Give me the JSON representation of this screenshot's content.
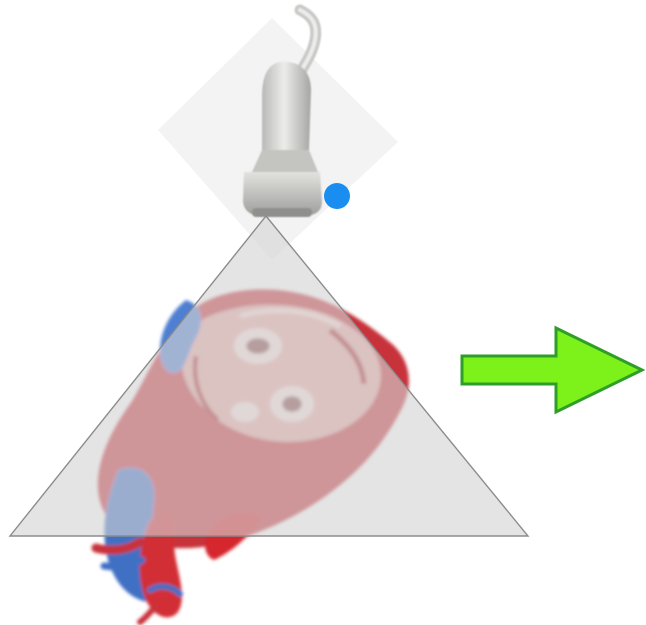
{
  "diagram": {
    "probe_icon": "ultrasound-transducer-icon",
    "organ_icon": "heart-anatomy-illustration",
    "imaging_sector_shape": "triangle",
    "arrow_direction": "right",
    "colors": {
      "background": "#ffffff",
      "probe_body": "#d8d8d6",
      "probe_shadow": "#a9a9a7",
      "probe_backdrop": "#f3f3f3",
      "orientation_marker": "#1a8ef0",
      "sector_fill": "#d3d3d3",
      "sector_stroke": "#8c8c8c",
      "heart_red": "#c8313a",
      "heart_light": "#e8a9a6",
      "vessel_blue": "#3f6fc4",
      "arrow_fill": "#7df21a",
      "arrow_stroke": "#2e9e28"
    }
  }
}
